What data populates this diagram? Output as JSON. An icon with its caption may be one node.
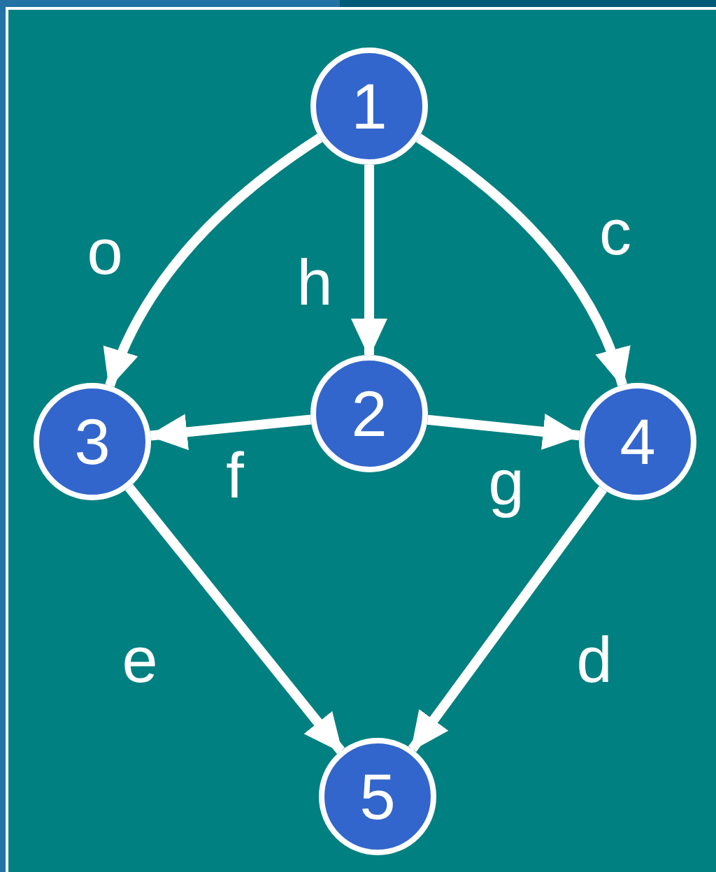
{
  "diagram": {
    "nodes": [
      {
        "text": [
          "1"
        ]
      },
      {
        "text": [
          "2"
        ]
      },
      {
        "text": [
          "3"
        ]
      },
      {
        "text": [
          "4"
        ]
      },
      {
        "text": [
          "5"
        ]
      }
    ],
    "edges": [
      {
        "from": 0,
        "to": 2,
        "arrow": "to",
        "label": "o"
      },
      {
        "from": 0,
        "to": 1,
        "arrow": "to",
        "label": "h"
      },
      {
        "from": 0,
        "to": 3,
        "arrow": "to",
        "label": "c"
      },
      {
        "from": 1,
        "to": 2,
        "arrow": "to",
        "label": "f"
      },
      {
        "from": 1,
        "to": 3,
        "arrow": "to",
        "label": "g"
      },
      {
        "from": 2,
        "to": 4,
        "arrow": "to",
        "label": "e"
      },
      {
        "from": 3,
        "to": 4,
        "arrow": "to",
        "label": "d"
      }
    ]
  }
}
